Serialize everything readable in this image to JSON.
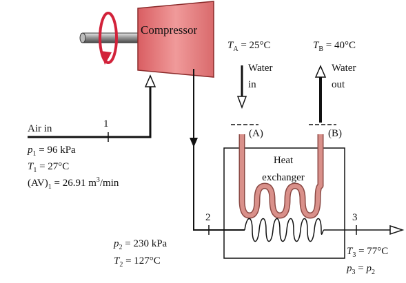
{
  "compressor": {
    "label": "Compressor"
  },
  "air_in": {
    "label": "Air in",
    "state_number": "1",
    "pressure": {
      "symbol": "p",
      "sub": "1",
      "value": " = 96 kPa"
    },
    "temperature": {
      "symbol": "T",
      "sub": "1",
      "value": " = 27°C"
    },
    "flow": {
      "symbol": "(AV)",
      "sub": "1",
      "value": " = 26.91 m",
      "sup": "3",
      "tail": "/min"
    }
  },
  "state2": {
    "state_number": "2",
    "pressure": {
      "symbol": "p",
      "sub": "2",
      "value": " = 230 kPa"
    },
    "temperature": {
      "symbol": "T",
      "sub": "2",
      "value": " = 127°C"
    }
  },
  "state3": {
    "state_number": "3",
    "temperature": {
      "symbol": "T",
      "sub": "3",
      "value": " = 77°C"
    },
    "pressure": {
      "symbol": "p",
      "sub": "3",
      "eq": " = ",
      "rhs_symbol": "p",
      "rhs_sub": "2"
    }
  },
  "water_in": {
    "temperature": {
      "symbol": "T",
      "sub": "A",
      "value": " = 25°C"
    },
    "label_line1": "Water",
    "label_line2": "in",
    "point": "(A)"
  },
  "water_out": {
    "temperature": {
      "symbol": "T",
      "sub": "B",
      "value": " = 40°C"
    },
    "label_line1": "Water",
    "label_line2": "out",
    "point": "(B)"
  },
  "heat_exchanger": {
    "label_line1": "Heat",
    "label_line2": "exchanger"
  },
  "colors": {
    "compressor_fill": "#e8787a",
    "compressor_stroke": "#8a2a2a",
    "tube": "#d9908a",
    "tube_edge": "#8c4a45",
    "rotation_arrow": "#d2223a",
    "line": "#111111"
  }
}
